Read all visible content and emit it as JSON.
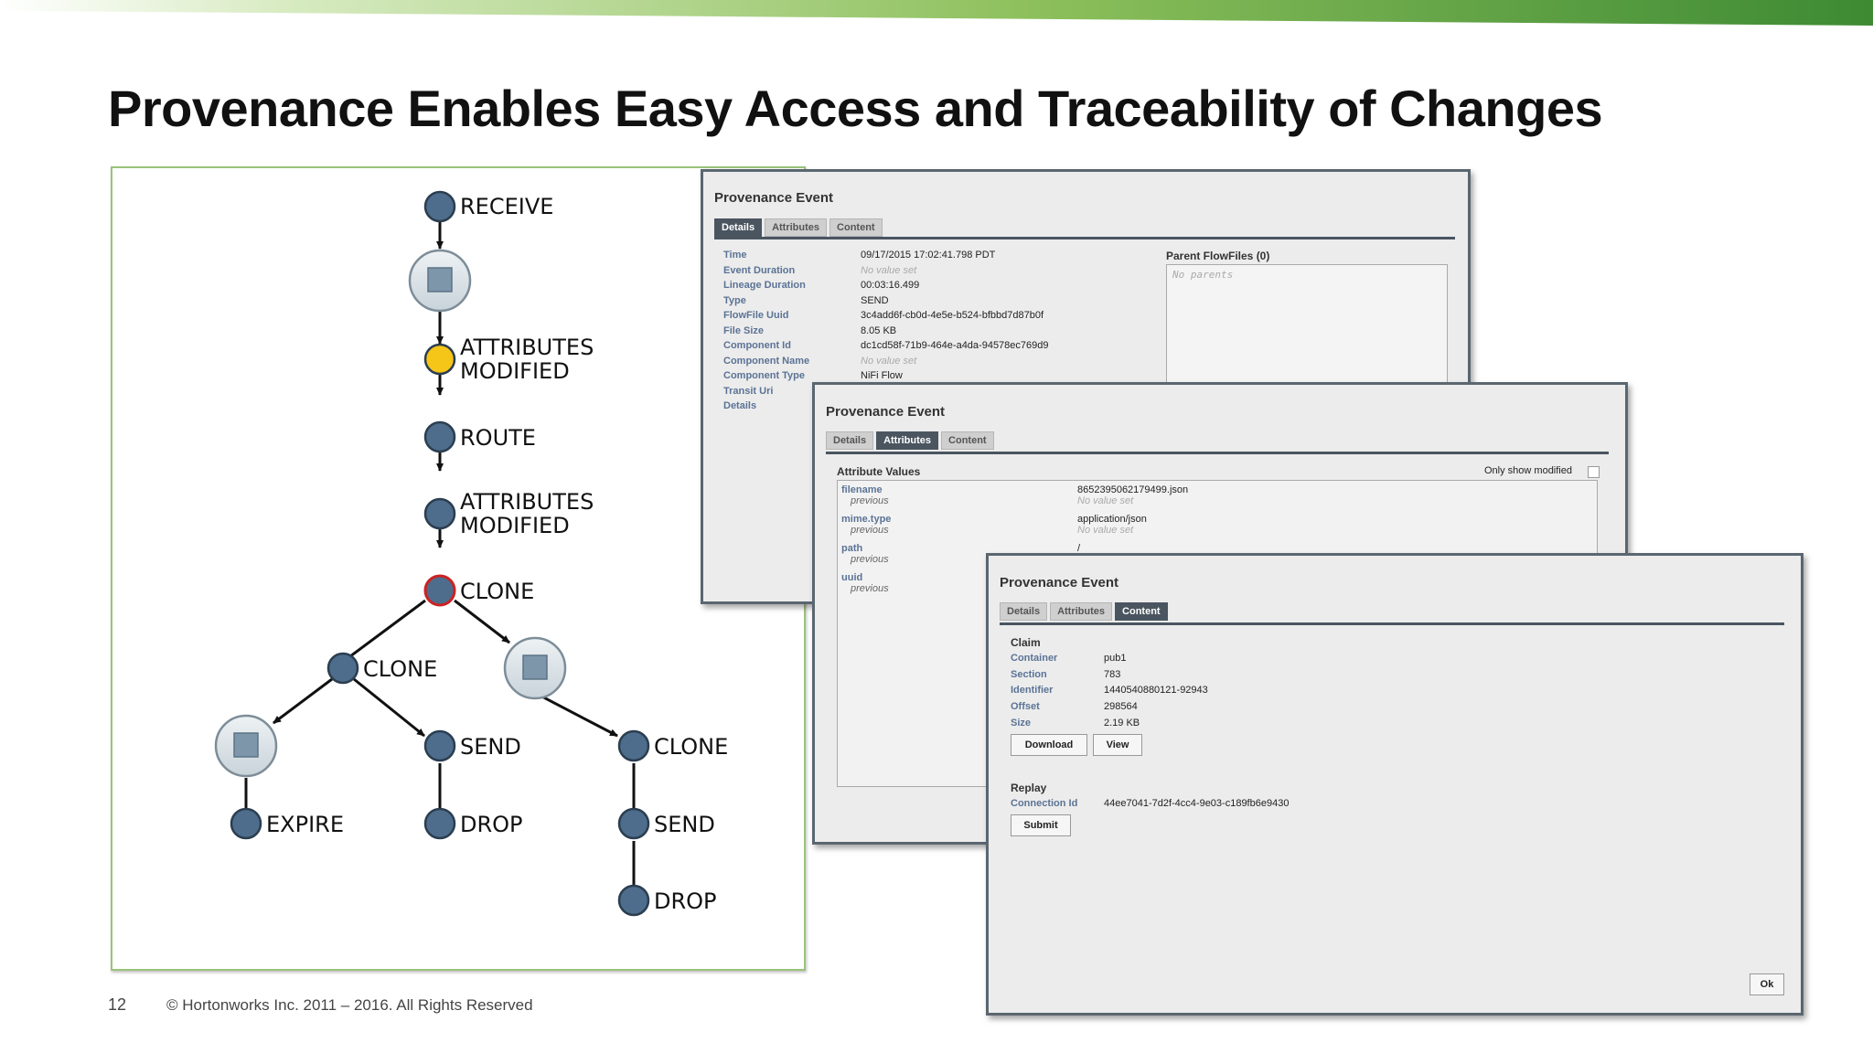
{
  "slide": {
    "title": "Provenance Enables Easy Access and Traceability of Changes",
    "page_number": "12",
    "copyright": "© Hortonworks Inc. 2011 – 2016. All Rights Reserved"
  },
  "lineage": {
    "colors": {
      "node": "#4e6d8c",
      "modified": "#f5c518",
      "clone_border": "#cc2222",
      "flowfile": "#dfe6ea"
    },
    "labels": {
      "receive": "RECEIVE",
      "attributes_modified": "ATTRIBUTES MODIFIED",
      "route": "ROUTE",
      "attributes_modified_2": "ATTRIBUTES MODIFIED",
      "clone_main": "CLONE",
      "clone_left": "CLONE",
      "send_mid": "SEND",
      "clone_right": "CLONE",
      "expire": "EXPIRE",
      "drop_mid": "DROP",
      "send_right": "SEND",
      "drop_right": "DROP"
    }
  },
  "details_window": {
    "title": "Provenance Event",
    "tabs": [
      "Details",
      "Attributes",
      "Content"
    ],
    "active_tab": "Details",
    "fields": [
      {
        "label": "Time",
        "value": "09/17/2015 17:02:41.798 PDT"
      },
      {
        "label": "Event Duration",
        "value": "No value set",
        "unset": true
      },
      {
        "label": "Lineage Duration",
        "value": "00:03:16.499"
      },
      {
        "label": "Type",
        "value": "SEND"
      },
      {
        "label": "FlowFile Uuid",
        "value": "3c4add6f-cb0d-4e5e-b524-bfbbd7d87b0f"
      },
      {
        "label": "File Size",
        "value": "8.05 KB"
      },
      {
        "label": "Component Id",
        "value": "dc1cd58f-71b9-464e-a4da-94578ec769d9"
      },
      {
        "label": "Component Name",
        "value": "No value set",
        "unset": true
      },
      {
        "label": "Component Type",
        "value": "NiFi Flow"
      },
      {
        "label": "Transit Uri",
        "value": ""
      },
      {
        "label": "Details",
        "value": ""
      }
    ],
    "parent_flowfiles_label": "Parent FlowFiles (0)",
    "no_parents": "No parents"
  },
  "attributes_window": {
    "title": "Provenance Event",
    "tabs": [
      "Details",
      "Attributes",
      "Content"
    ],
    "active_tab": "Attributes",
    "section_title": "Attribute Values",
    "only_show_modified": "Only show modified",
    "previous_label": "previous",
    "attributes": [
      {
        "name": "filename",
        "value": "8652395062179499.json",
        "previous": "No value set"
      },
      {
        "name": "mime.type",
        "value": "application/json",
        "previous": "No value set"
      },
      {
        "name": "path",
        "value": "/",
        "previous": ""
      },
      {
        "name": "uuid",
        "value": "",
        "previous": ""
      }
    ]
  },
  "content_window": {
    "title": "Provenance Event",
    "tabs": [
      "Details",
      "Attributes",
      "Content"
    ],
    "active_tab": "Content",
    "claim_title": "Claim",
    "claim_fields": [
      {
        "label": "Container",
        "value": "pub1"
      },
      {
        "label": "Section",
        "value": "783"
      },
      {
        "label": "Identifier",
        "value": "1440540880121-92943"
      },
      {
        "label": "Offset",
        "value": "298564"
      },
      {
        "label": "Size",
        "value": "2.19 KB"
      }
    ],
    "download_label": "Download",
    "view_label": "View",
    "replay_title": "Replay",
    "connection_id_label": "Connection Id",
    "connection_id_value": "44ee7041-7d2f-4cc4-9e03-c189fb6e9430",
    "submit_label": "Submit",
    "ok_label": "Ok"
  }
}
